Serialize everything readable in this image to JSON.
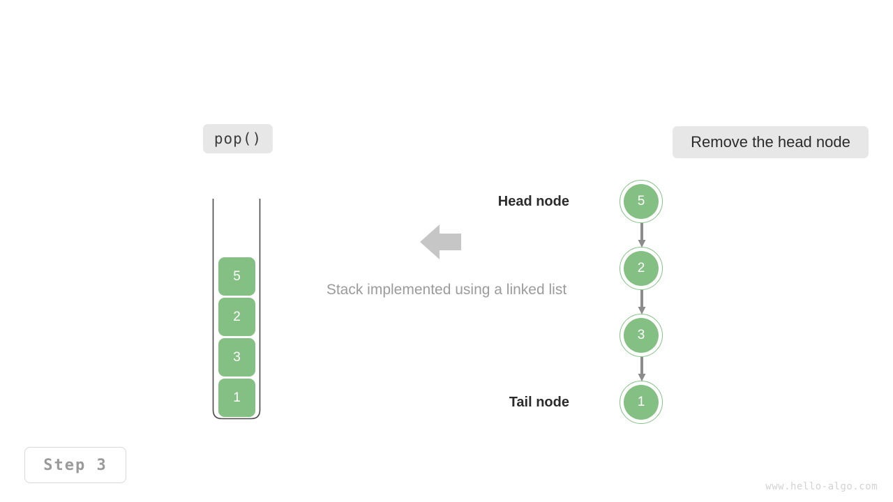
{
  "operation": {
    "label": "pop()"
  },
  "description": {
    "label": "Remove the head node"
  },
  "step": {
    "label": "Step  3"
  },
  "watermark": {
    "text": "www.hello-algo.com"
  },
  "caption": {
    "text": "Stack implemented using a linked list"
  },
  "stack": {
    "cells": [
      {
        "value": "5"
      },
      {
        "value": "2"
      },
      {
        "value": "3"
      },
      {
        "value": "1"
      }
    ]
  },
  "linked_list": {
    "nodes": [
      {
        "value": "5"
      },
      {
        "value": "2"
      },
      {
        "value": "3"
      },
      {
        "value": "1"
      }
    ],
    "head_label": "Head node",
    "tail_label": "Tail node"
  },
  "colors": {
    "node_green": "#84c084",
    "badge_gray": "#e7e7e7",
    "arrow_gray": "#8c8c8c",
    "big_arrow_gray": "#c6c6c6",
    "caption_gray": "#9b9b9b",
    "watermark_gray": "#d2d2d2",
    "step_text_gray": "#9a9a9a",
    "container_stroke": "#4a4a4a"
  }
}
